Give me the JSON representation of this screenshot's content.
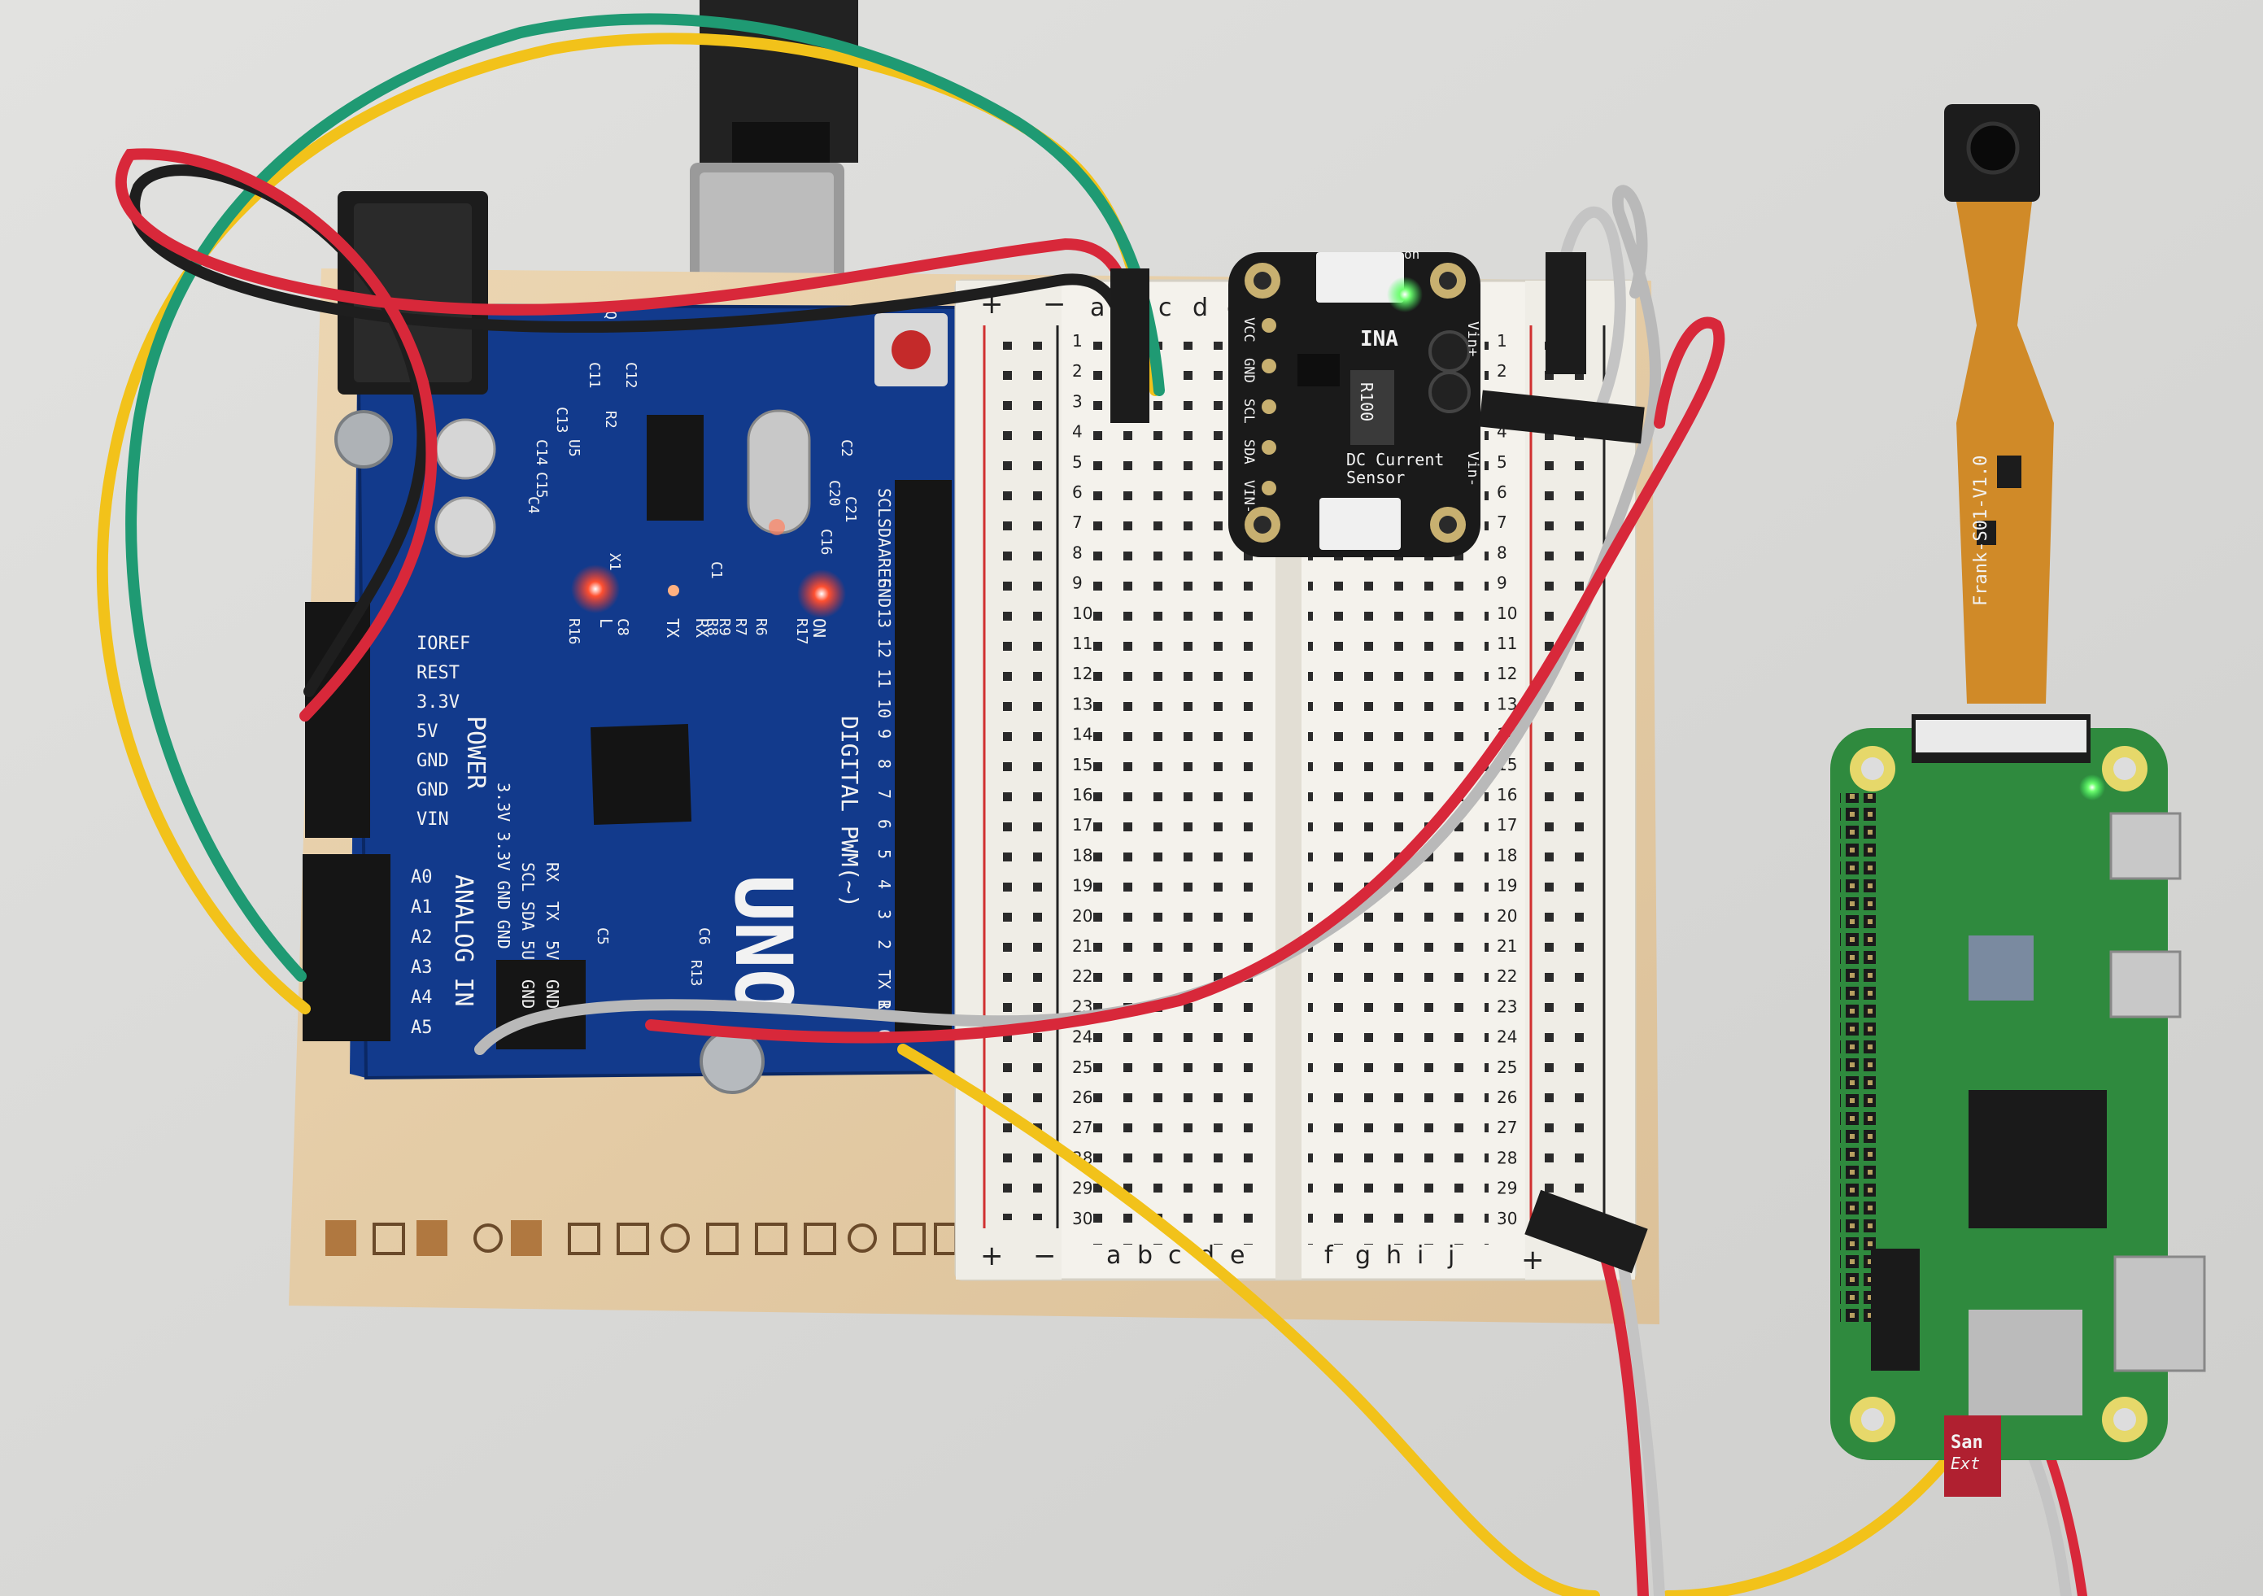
{
  "arduino": {
    "board_name": "UNO",
    "digital_label": "DIGITAL PWM(~)",
    "power_label": "POWER",
    "analog_label": "ANALOG IN",
    "power_pins": [
      "IOREF",
      "REST",
      "3.3V",
      "5V",
      "GND",
      "GND",
      "VIN"
    ],
    "analog_pins": [
      "A0",
      "A1",
      "A2",
      "A3",
      "A4",
      "A5"
    ],
    "icsp_labels": [
      "RX",
      "TX",
      "5V",
      "GND",
      "SCL",
      "SDA",
      "5U",
      "GND"
    ],
    "icsp_row3": "3.3V 3.3V GND GND",
    "components": [
      "Q1",
      "C11",
      "C12",
      "C13",
      "C14",
      "C15",
      "U5",
      "R2",
      "X1",
      "C1",
      "C2",
      "C20",
      "C21",
      "C16",
      "C4",
      "C5",
      "C6",
      "R6",
      "R7",
      "R8",
      "R9",
      "R16",
      "R17",
      "R13",
      "C8"
    ],
    "led_labels": [
      "L",
      "TX",
      "RX",
      "ON"
    ],
    "header_right": [
      "SCL",
      "SDA",
      "AREF",
      "GND",
      "13",
      "12",
      "11",
      "10",
      "9",
      "8",
      "7",
      "6",
      "5",
      "4",
      "3",
      "2",
      "TX 1",
      "RX 0"
    ],
    "colors": {
      "pcb": "#123a8c",
      "silk": "#f2f2f2",
      "led": "#ff3020"
    }
  },
  "sensor": {
    "chip": "INA",
    "title_line1": "DC Current",
    "title_line2": "Sensor",
    "pins_left": [
      "VCC",
      "GND",
      "SCL",
      "SDA",
      "VIN-"
    ],
    "pins_right": [
      "Vin+",
      "Vin-"
    ],
    "shunt": "R100",
    "power_led_label": "on",
    "colors": {
      "pcb": "#1a1a1a",
      "led": "#40ff60"
    }
  },
  "breadboard": {
    "columns_left": [
      "a",
      "b",
      "c",
      "d",
      "e"
    ],
    "columns_right": [
      "f",
      "g",
      "h",
      "i",
      "j"
    ],
    "rows": [
      "1",
      "2",
      "3",
      "4",
      "5",
      "6",
      "7",
      "8",
      "9",
      "10",
      "11",
      "12",
      "13",
      "14",
      "15",
      "16",
      "17",
      "18",
      "19",
      "20",
      "21",
      "22",
      "23",
      "24",
      "25",
      "26",
      "27",
      "28",
      "29",
      "30"
    ],
    "rail_plus": "+",
    "rail_minus": "−"
  },
  "camera": {
    "flex_label": "Frank-S01-V1.0",
    "colors": {
      "flex": "#d08a28"
    }
  },
  "raspberry_pi": {
    "sd_card_text": [
      "San",
      "Ext"
    ],
    "colors": {
      "pcb": "#2f8a3e",
      "led": "#60ff40"
    }
  },
  "wires": {
    "colors": {
      "red": "#d8283a",
      "black": "#1e1e1e",
      "green": "#1f9a73",
      "yellow": "#f2c21a",
      "gray": "#b9b9b9"
    }
  }
}
